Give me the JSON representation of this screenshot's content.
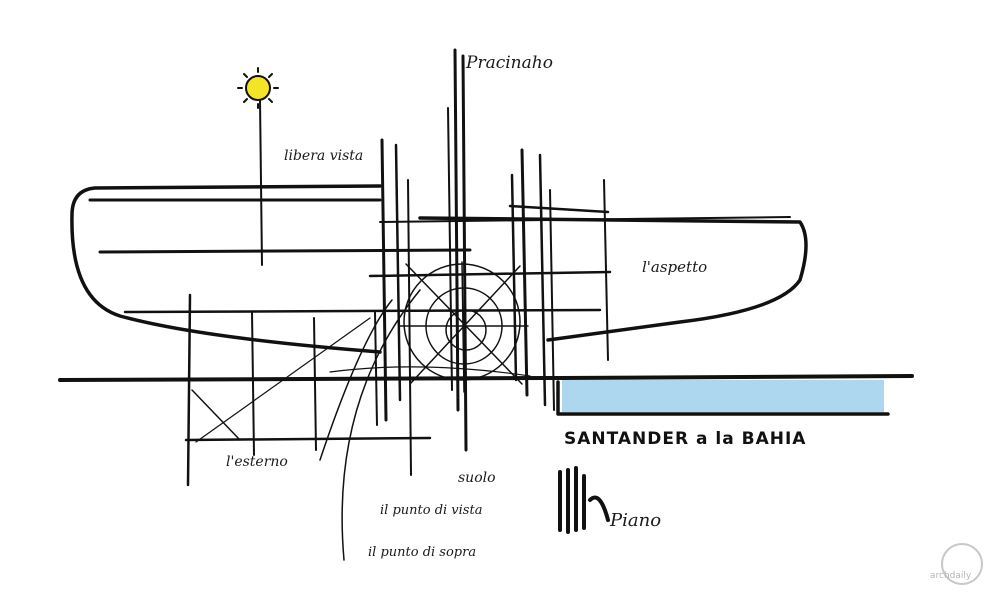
{
  "labels": {
    "top_axis": "Pracinaho",
    "sky": "libera vista",
    "canopy": "l'aspetto",
    "ground": "l'esterno",
    "center": "suolo",
    "outline_one": "il punto di vista",
    "outline_two": "il punto di sopra",
    "waterfront": "SANTANDER a la BAHIA",
    "signature": "Piano"
  },
  "watermark": {
    "text": "archdaily"
  },
  "colors": {
    "ink": "#111111",
    "sun": "#f4e426",
    "water": "#9fd0ec",
    "paper": "#ffffff"
  }
}
